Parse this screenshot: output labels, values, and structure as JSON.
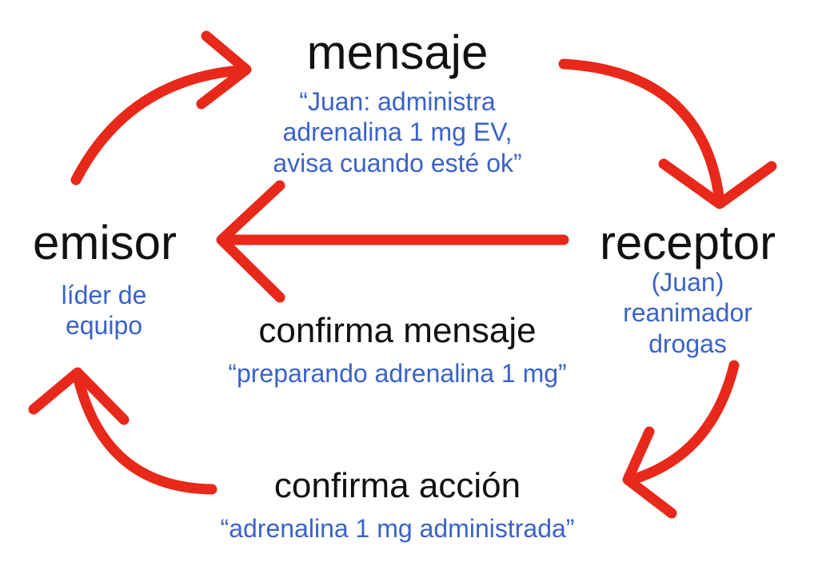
{
  "colors": {
    "arrow": "#e8281a",
    "accent": "#3a63c8",
    "text": "#111111"
  },
  "nodes": {
    "mensaje": {
      "title": "mensaje",
      "detail": [
        "“Juan: administra",
        "adrenalina 1 mg EV,",
        "avisa cuando esté ok”"
      ]
    },
    "emisor": {
      "title": "emisor",
      "detail": [
        "líder de",
        "equipo"
      ]
    },
    "receptor": {
      "title": "receptor",
      "detail": [
        "(Juan)",
        "reanimador",
        "drogas"
      ]
    },
    "confirma_mensaje": {
      "title": "confirma mensaje",
      "detail": [
        "“preparando adrenalina 1 mg”"
      ]
    },
    "confirma_accion": {
      "title": "confirma acción",
      "detail": [
        "“adrenalina 1 mg administrada”"
      ]
    }
  }
}
